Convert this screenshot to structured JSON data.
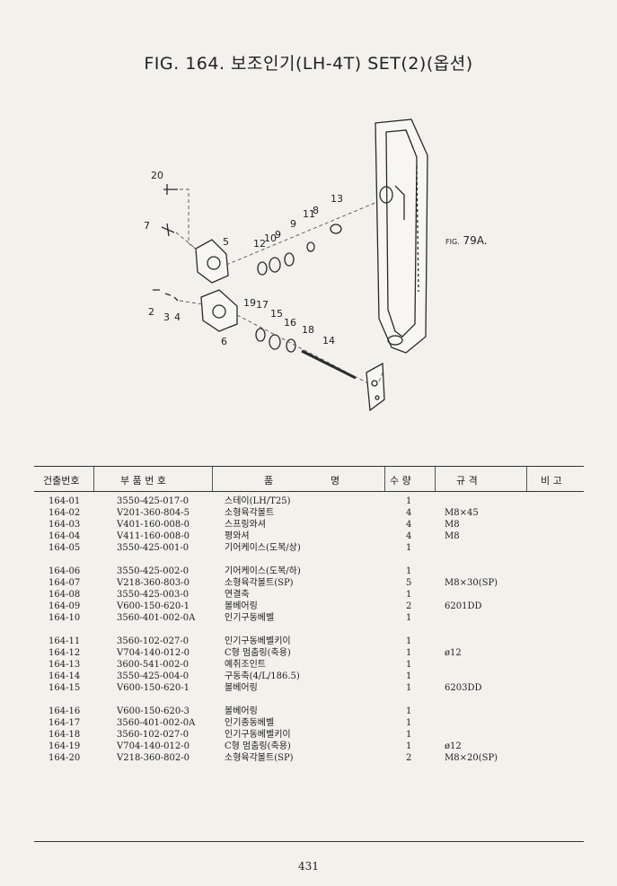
{
  "title": "FIG. 164.  보조인기(LH-4T) SET(2)(옵션)",
  "figure": {
    "ref_main": "FIG.",
    "ref_num": "79A.",
    "callouts": [
      "20",
      "7",
      "2",
      "3",
      "4",
      "5",
      "6",
      "12",
      "10",
      "9",
      "9",
      "11",
      "8",
      "13",
      "19",
      "17",
      "15",
      "16",
      "18",
      "14"
    ]
  },
  "table": {
    "headers": {
      "no": "건출번호",
      "part": "부  품  번  호",
      "name": "품",
      "name2": "명",
      "qty": "수  량",
      "spec": "규    격",
      "note": "비  고"
    },
    "groups": [
      [
        {
          "no": "164-01",
          "part": "3550-425-017-0",
          "name": "스테이(LH/T25)",
          "qty": "1",
          "spec": ""
        },
        {
          "no": "164-02",
          "part": "V201-360-804-5",
          "name": "소형육각볼트",
          "qty": "4",
          "spec": "M8×45"
        },
        {
          "no": "164-03",
          "part": "V401-160-008-0",
          "name": "스프링와셔",
          "qty": "4",
          "spec": "M8"
        },
        {
          "no": "164-04",
          "part": "V411-160-008-0",
          "name": "평와셔",
          "qty": "4",
          "spec": "M8"
        },
        {
          "no": "164-05",
          "part": "3550-425-001-0",
          "name": "기어케이스(도복/상)",
          "qty": "1",
          "spec": ""
        }
      ],
      [
        {
          "no": "164-06",
          "part": "3550-425-002-0",
          "name": "기어케이스(도복/하)",
          "qty": "1",
          "spec": ""
        },
        {
          "no": "164-07",
          "part": "V218-360-803-0",
          "name": "소형육각볼트(SP)",
          "qty": "5",
          "spec": "M8×30(SP)"
        },
        {
          "no": "164-08",
          "part": "3550-425-003-0",
          "name": "연결축",
          "qty": "1",
          "spec": ""
        },
        {
          "no": "164-09",
          "part": "V600-150-620-1",
          "name": "볼베어링",
          "qty": "2",
          "spec": "6201DD"
        },
        {
          "no": "164-10",
          "part": "3560-401-002-0A",
          "name": "인기구동베벨",
          "qty": "1",
          "spec": ""
        }
      ],
      [
        {
          "no": "164-11",
          "part": "3560-102-027-0",
          "name": "인기구동베벨키이",
          "qty": "1",
          "spec": ""
        },
        {
          "no": "164-12",
          "part": "V704-140-012-0",
          "name": "C형 멈춤링(축용)",
          "qty": "1",
          "spec": "ø12"
        },
        {
          "no": "164-13",
          "part": "3600-541-002-0",
          "name": "예취조인트",
          "qty": "1",
          "spec": ""
        },
        {
          "no": "164-14",
          "part": "3550-425-004-0",
          "name": "구동축(4/L/186.5)",
          "qty": "1",
          "spec": ""
        },
        {
          "no": "164-15",
          "part": "V600-150-620-1",
          "name": "볼베어링",
          "qty": "1",
          "spec": "6203DD"
        }
      ],
      [
        {
          "no": "164-16",
          "part": "V600-150-620-3",
          "name": "볼베어링",
          "qty": "1",
          "spec": ""
        },
        {
          "no": "164-17",
          "part": "3560-401-002-0A",
          "name": "인기종동베벨",
          "qty": "1",
          "spec": ""
        },
        {
          "no": "164-18",
          "part": "3560-102-027-0",
          "name": "인기구동베벨키이",
          "qty": "1",
          "spec": ""
        },
        {
          "no": "164-19",
          "part": "V704-140-012-0",
          "name": "C형 멈춤링(축용)",
          "qty": "1",
          "spec": "ø12"
        },
        {
          "no": "164-20",
          "part": "V218-360-802-0",
          "name": "소형육각볼트(SP)",
          "qty": "2",
          "spec": "M8×20(SP)"
        }
      ]
    ]
  },
  "page_number": "431"
}
